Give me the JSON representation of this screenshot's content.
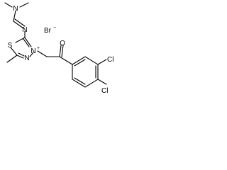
{
  "molecule": {
    "counterion": {
      "symbol": "Br",
      "charge": "−"
    },
    "atoms": {
      "dimethyl_n": "N",
      "imino_n": "N",
      "ring_s": "S",
      "ring_n_upper": "N",
      "ring_n_cation": "N",
      "ring_n_charge": "+",
      "carbonyl_o": "O",
      "chloro_1": "Cl",
      "chloro_2": "Cl"
    },
    "colors": {
      "ink": "#000000",
      "background": "#ffffff"
    }
  }
}
